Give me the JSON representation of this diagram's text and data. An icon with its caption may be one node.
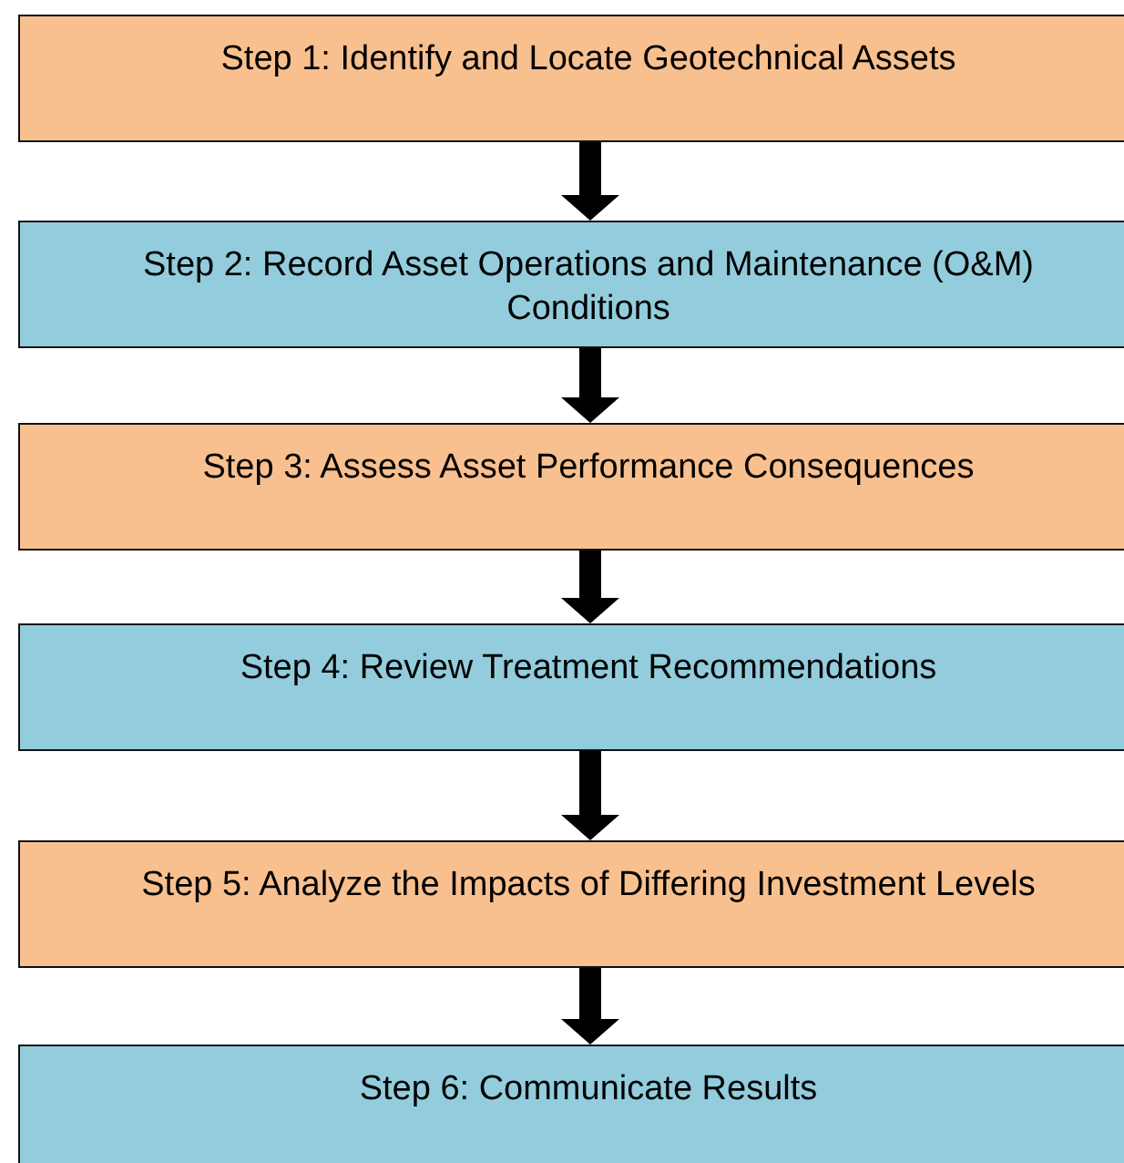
{
  "diagram": {
    "nodes": [
      {
        "text": [
          "Step 1: Identify and Locate Geotechnical Assets"
        ]
      },
      {
        "text": [
          "Step 2: Record Asset Operations and Maintenance (O&M) Conditions"
        ]
      },
      {
        "text": [
          "Step 3: Assess Asset Performance Consequences"
        ]
      },
      {
        "text": [
          "Step 4: Review Treatment Recommendations"
        ]
      },
      {
        "text": [
          "Step 5: Analyze the Impacts of Differing Investment Levels"
        ]
      },
      {
        "text": [
          "Step 6: Communicate Results"
        ]
      }
    ],
    "edges": [
      {
        "from": 0,
        "to": 1,
        "arrow": "to"
      },
      {
        "from": 1,
        "to": 2,
        "arrow": "to"
      },
      {
        "from": 2,
        "to": 3,
        "arrow": "to"
      },
      {
        "from": 3,
        "to": 4,
        "arrow": "to"
      },
      {
        "from": 4,
        "to": 5,
        "arrow": "to"
      }
    ]
  }
}
